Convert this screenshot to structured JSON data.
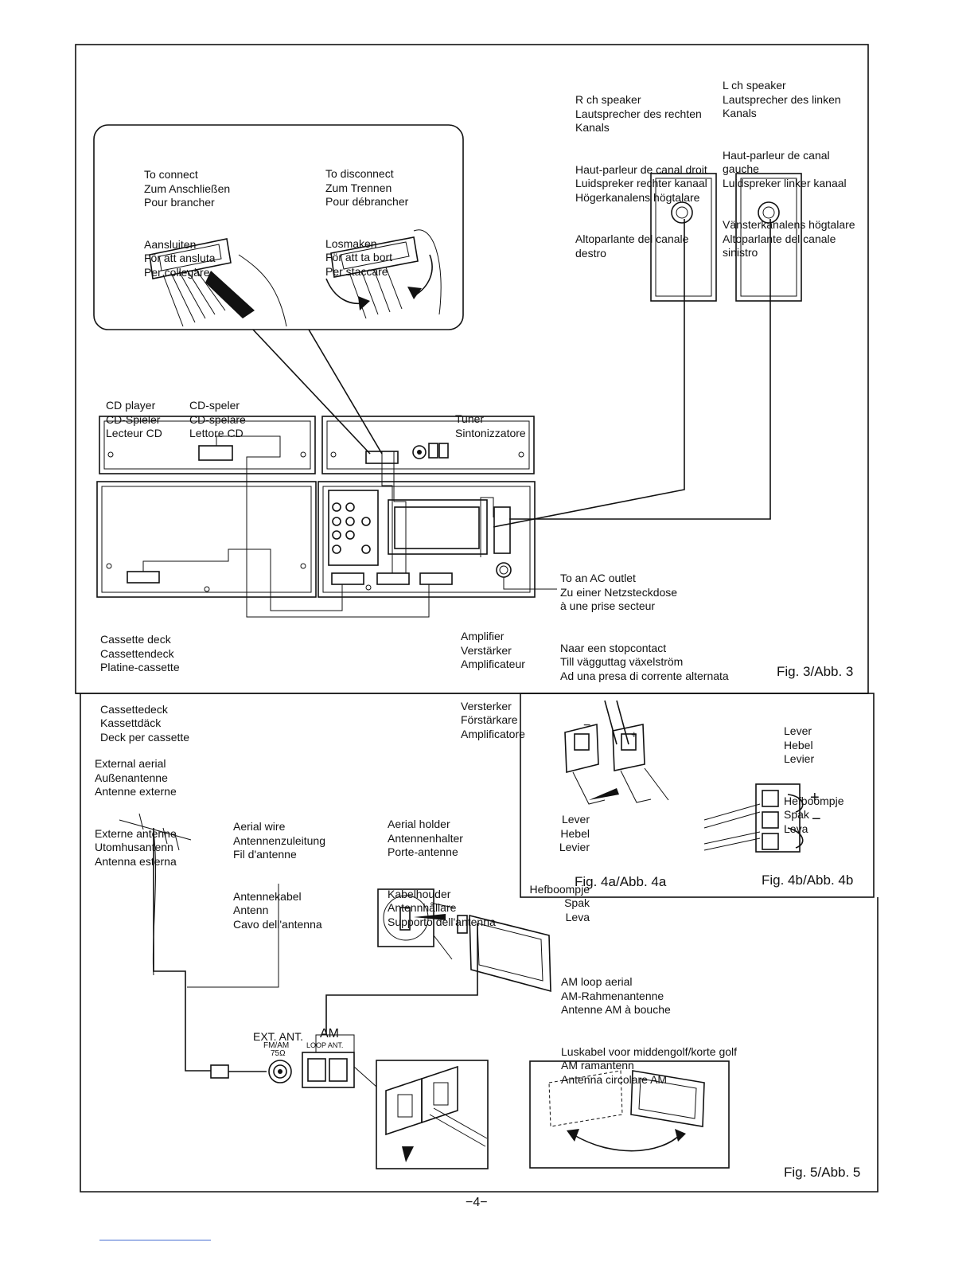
{
  "fig3": {
    "caption": "Fig. 3/Abb. 3",
    "connect": [
      "To connect",
      "Zum Anschließen",
      "Pour brancher",
      "Aansluiten",
      "För att ansluta",
      "Per collegare"
    ],
    "disconnect": [
      "To disconnect",
      "Zum Trennen",
      "Pour débrancher",
      "Losmaken",
      "För att ta bort",
      "Per staccare"
    ],
    "cd_player_a": [
      "CD player",
      "CD-Spieler",
      "Lecteur CD"
    ],
    "cd_player_b": [
      "CD-speler",
      "CD-spelare",
      "Lettore CD"
    ],
    "tuner": [
      "Tuner",
      "Sintonizzatore"
    ],
    "r_speaker": [
      "R ch speaker",
      "Lautsprecher des rechten",
      "Kanals",
      "Haut-parleur de canal droit",
      "Luidspreker rechter kanaal",
      "Högerkanalens högtalare",
      "Altoparlante del canale",
      "destro"
    ],
    "l_speaker": [
      "L ch speaker",
      "Lautsprecher des linken",
      "Kanals",
      "Haut-parleur de canal",
      "gauche",
      "Luidspreker linker kanaal",
      "Vänsterkanalens högtalare",
      "Altoparlante del canale",
      "sinistro"
    ],
    "ac_outlet": [
      "To an AC outlet",
      "Zu einer Netzsteckdose",
      "à une prise secteur",
      "Naar een stopcontact",
      "Till vägguttag växelström",
      "Ad una presa di corrente alternata"
    ],
    "cassette": [
      "Cassette deck",
      "Cassettendeck",
      "Platine-cassette",
      "Cassettedeck",
      "Kassettdäck",
      "Deck per cassette"
    ],
    "amplifier": [
      "Amplifier",
      "Verstärker",
      "Amplificateur",
      "Versterker",
      "Förstärkare",
      "Amplificatore"
    ]
  },
  "fig4": {
    "caption_a": "Fig. 4a/Abb. 4a",
    "caption_b": "Fig. 4b/Abb. 4b",
    "lever_top": [
      "Lever",
      "Hebel",
      "Levier",
      "Hefboompje",
      "Spak",
      "Leva"
    ],
    "lever_left": [
      "Lever",
      "Hebel",
      "Levier",
      "Hefboompje",
      "Spak",
      "Leva"
    ],
    "minus": "−",
    "plus": "+"
  },
  "fig5": {
    "caption": "Fig. 5/Abb. 5",
    "external_aerial": [
      "External aerial",
      "Außenantenne",
      "Antenne externe",
      "Externe antenne",
      "Utomhusantenn",
      "Antenna esterna"
    ],
    "aerial_wire": [
      "Aerial wire",
      "Antennenzuleitung",
      "Fil d'antenne",
      "Antennekabel",
      "Antenn",
      "Cavo dell'antenna"
    ],
    "aerial_holder": [
      "Aerial holder",
      "Antennenhalter",
      "Porte-antenne",
      "Kabelhouder",
      "Antennhållare",
      "Supporto dell'antenna"
    ],
    "am_loop": [
      "AM loop aerial",
      "AM-Rahmenantenne",
      "Antenne AM à bouche",
      "Luskabel voor middengolf/korte golf",
      "AM ramantenn",
      "Antenna circolare AM"
    ],
    "ext_ant": "EXT. ANT.",
    "fm_am": "FM/AM",
    "ohm": "75Ω",
    "am": "AM",
    "loop_ant": "LOOP ANT."
  },
  "page_number": "−4−"
}
